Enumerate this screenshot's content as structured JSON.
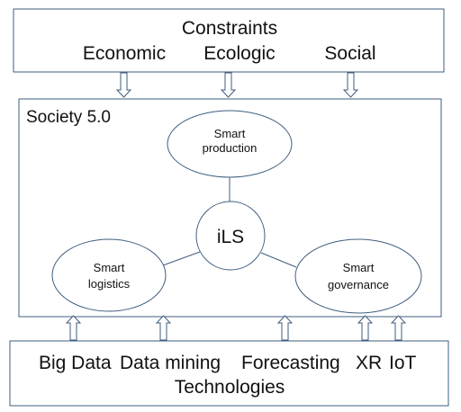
{
  "constraints": {
    "title": "Constraints",
    "items": [
      "Economic",
      "Ecologic",
      "Social"
    ]
  },
  "society": {
    "label": "Society 5.0",
    "center": "iLS",
    "nodes": [
      {
        "line1": "Smart",
        "line2": "production"
      },
      {
        "line1": "Smart",
        "line2": "logistics"
      },
      {
        "line1": "Smart",
        "line2": "governance"
      }
    ]
  },
  "technologies": {
    "items": [
      "Big Data",
      "Data mining",
      "Forecasting",
      "XR",
      "IoT"
    ],
    "title": "Technologies"
  },
  "colors": {
    "border": "#3f5d7d",
    "ellipse_border": "#3f5d7d",
    "text": "#111111",
    "background": "#ffffff"
  }
}
